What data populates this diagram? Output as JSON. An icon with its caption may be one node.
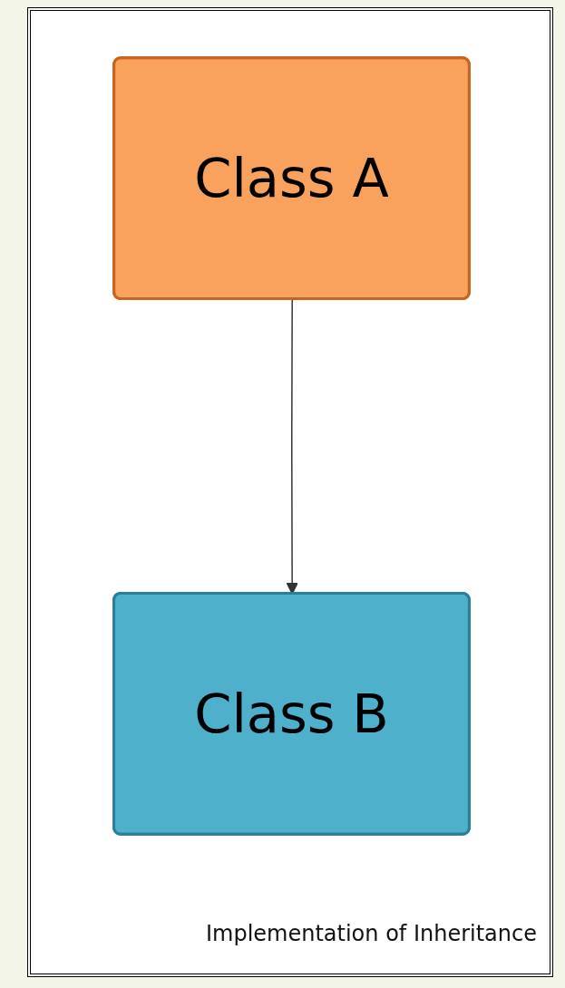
{
  "diagram": {
    "caption": "Implementation of Inheritance",
    "nodes": [
      {
        "text": [
          "Class A"
        ]
      },
      {
        "text": [
          "Class B"
        ]
      }
    ],
    "edges": [
      {
        "from": 0,
        "to": 1,
        "arrow": "to"
      }
    ]
  }
}
